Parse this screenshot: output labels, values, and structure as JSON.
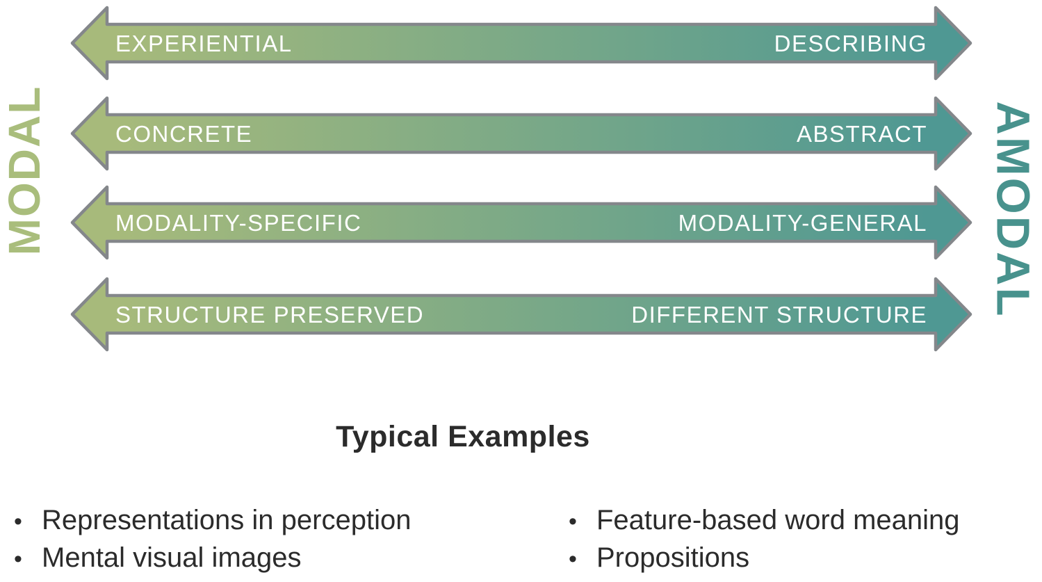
{
  "axis": {
    "modal_label": "MODAL",
    "amodal_label": "AMODAL"
  },
  "arrows": [
    {
      "left": "EXPERIENTIAL",
      "right": "DESCRIBING"
    },
    {
      "left": "CONCRETE",
      "right": "ABSTRACT"
    },
    {
      "left": "MODALITY-SPECIFIC",
      "right": "MODALITY-GENERAL"
    },
    {
      "left": "STRUCTURE PRESERVED",
      "right": "DIFFERENT STRUCTURE"
    }
  ],
  "examples": {
    "title": "Typical Examples",
    "bullet_glyph": "•",
    "modal_column": [
      "Representations in perception",
      "Mental visual images"
    ],
    "amodal_column": [
      "Feature-based word meaning",
      "Propositions"
    ]
  },
  "colors": {
    "modal_green": "#a9bd7c",
    "amodal_teal": "#48928d",
    "arrow_gradient_start": "#a7ba7b",
    "arrow_gradient_end": "#4f9893",
    "arrow_outline": "#84878b",
    "arrow_text": "#ffffff",
    "text_dark": "#2b2b2b"
  }
}
